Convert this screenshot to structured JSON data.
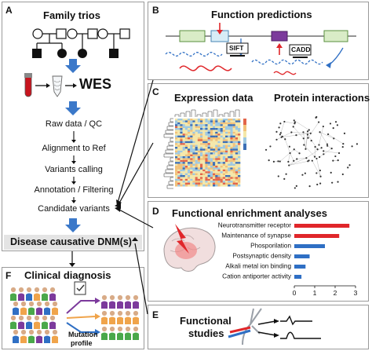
{
  "panels": {
    "A": {
      "letter": "A",
      "title": "Family trios",
      "wes": "WES",
      "steps": [
        "Raw data / QC",
        "Alignment to Ref",
        "Variants calling",
        "Annotation / Filtering",
        "Candidate variants"
      ],
      "result": "Disease causative DNM(s)"
    },
    "B": {
      "letter": "B",
      "title": "Function predictions",
      "sift": "SIFT",
      "cadd": "CADD"
    },
    "C": {
      "letter": "C",
      "expression": "Expression data",
      "protein": "Protein interactions"
    },
    "D": {
      "letter": "D",
      "title": "Functional enrichment analyses"
    },
    "E": {
      "letter": "E",
      "title_line1": "Functional",
      "title_line2": "studies"
    },
    "F": {
      "letter": "F",
      "title": "Clinical diagnosis",
      "mutation_line1": "Mutation",
      "mutation_line2": "profile"
    }
  },
  "colors": {
    "arrow_blue": "#3b78c9",
    "red": "#e0262a",
    "blue": "#2f6fc4",
    "purple": "#7c3a9c",
    "orange": "#f0a44b",
    "green": "#4aa84a"
  },
  "chart_data": {
    "type": "bar",
    "orientation": "horizontal",
    "categories": [
      "Neurotransmitter receptor",
      "Maintenance of synapse",
      "Phosporilation",
      "Postsynaptic density",
      "Alkali metal ion binding",
      "Cation antiporter activity"
    ],
    "values": [
      2.7,
      2.2,
      1.5,
      0.75,
      0.55,
      0.35
    ],
    "colors": [
      "#e0262a",
      "#e0262a",
      "#2f6fc4",
      "#2f6fc4",
      "#2f6fc4",
      "#2f6fc4"
    ],
    "xticks": [
      0,
      1,
      2,
      3
    ],
    "xlim": [
      0,
      3
    ]
  }
}
